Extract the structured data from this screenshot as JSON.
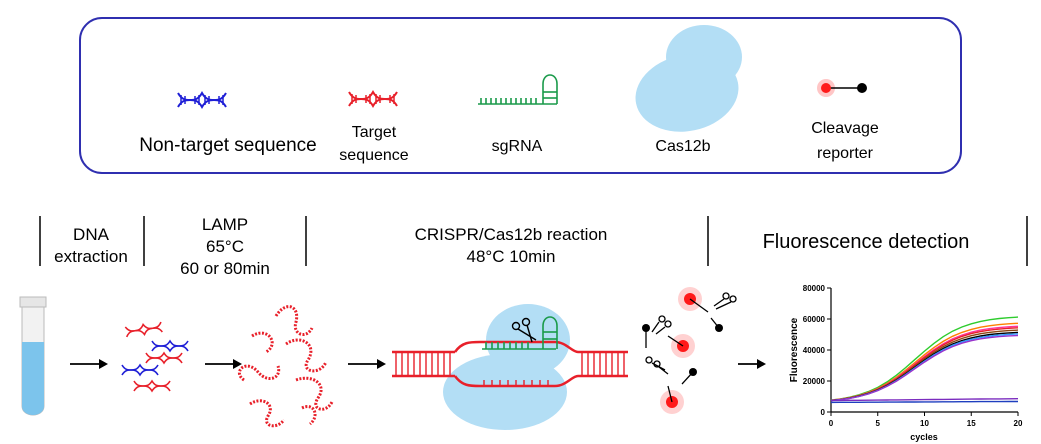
{
  "legend": {
    "non_target": "Non-target sequence",
    "target_line1": "Target",
    "target_line2": "sequence",
    "sgrna": "sgRNA",
    "cas": "Cas12b",
    "reporter_line1": "Cleavage",
    "reporter_line2": "reporter"
  },
  "steps": {
    "dna_line1": "DNA",
    "dna_line2": "extraction",
    "lamp_line1": "LAMP",
    "lamp_line2": "65°C",
    "lamp_line3": "60 or 80min",
    "crispr_line1": "CRISPR/Cas12b reaction",
    "crispr_line2": "48°C  10min",
    "fluor": "Fluorescence detection"
  },
  "colors": {
    "nontarget": "#1f1fd6",
    "target": "#e8202a",
    "sgrna": "#1a9a4a",
    "cas": "#b3def5",
    "reporter_dot": "#ff1a1a",
    "frame": "#2f2fb0"
  },
  "chart_data": {
    "type": "line",
    "xlabel": "cycles",
    "ylabel": "Fluorescence",
    "xlim": [
      0,
      20
    ],
    "ylim": [
      0,
      80000
    ],
    "xticks": [
      "0",
      "5",
      "10",
      "15",
      "20"
    ],
    "yticks": [
      "0",
      "20000",
      "40000",
      "60000",
      "80000"
    ],
    "x": [
      0,
      1,
      2,
      3,
      4,
      5,
      6,
      7,
      8,
      9,
      10,
      11,
      12,
      13,
      14,
      15,
      16,
      17,
      18,
      19,
      20
    ],
    "series": [
      {
        "color": "#2ecc2e",
        "top": 62000
      },
      {
        "color": "#ff7f00",
        "top": 58000
      },
      {
        "color": "#ff3399",
        "top": 56000
      },
      {
        "color": "#e8202a",
        "top": 55000
      },
      {
        "color": "#8b4513",
        "top": 53500
      },
      {
        "color": "#000000",
        "top": 52000
      },
      {
        "color": "#3399ff",
        "top": 51000
      },
      {
        "color": "#9933cc",
        "top": 50000
      },
      {
        "color": "#7b2cbf",
        "flat": 8000
      },
      {
        "color": "#1f3fbf",
        "flat": 6500
      }
    ]
  }
}
